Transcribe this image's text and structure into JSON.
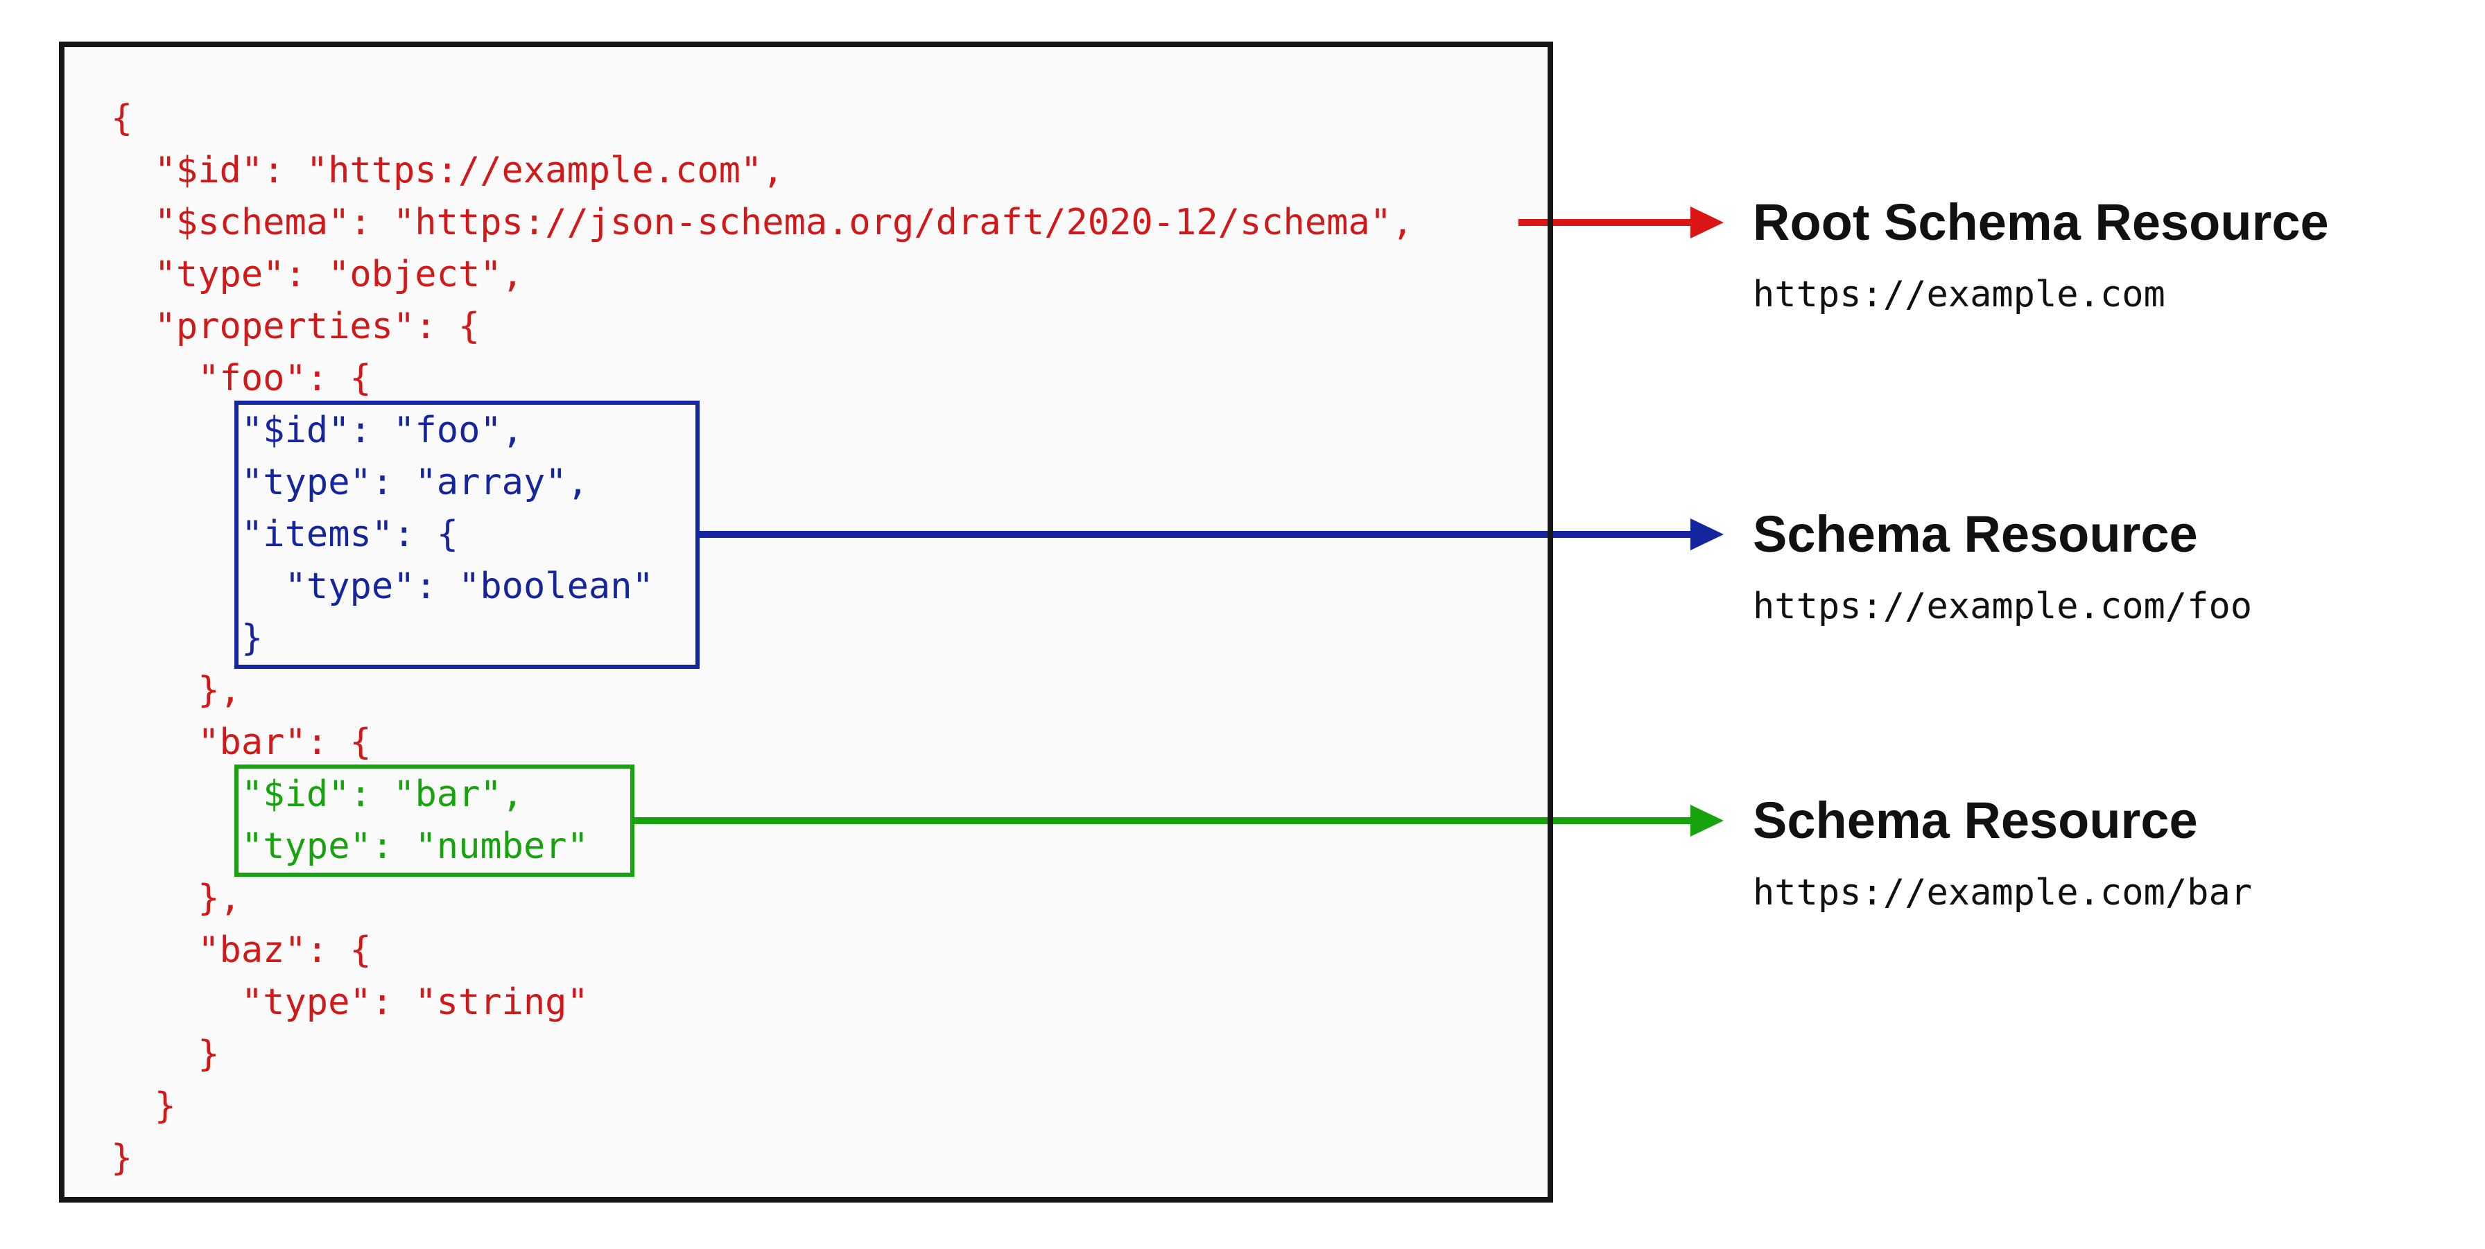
{
  "diagram": {
    "description": "JSON Schema bundling diagram: root schema with embedded schema resources",
    "code": {
      "top": "{\n  \"$id\": \"https://example.com\",\n  \"$schema\": \"https://json-schema.org/draft/2020-12/schema\",\n  \"type\": \"object\",\n  \"properties\": {\n    \"foo\": {",
      "foo_box": "\"$id\": \"foo\",\n\"type\": \"array\",\n\"items\": {\n  \"type\": \"boolean\"\n}",
      "mid": "    },\n    \"bar\": {",
      "bar_box": "\"$id\": \"bar\",\n\"type\": \"number\"",
      "bottom": "    },\n    \"baz\": {\n      \"type\": \"string\"\n    }\n  }\n}"
    },
    "annotations": [
      {
        "id": "root",
        "title": "Root Schema Resource",
        "uri": "https://example.com",
        "arrow_color": "#da1515"
      },
      {
        "id": "foo",
        "title": "Schema Resource",
        "uri": "https://example.com/foo",
        "arrow_color": "#14259e"
      },
      {
        "id": "bar",
        "title": "Schema Resource",
        "uri": "https://example.com/bar",
        "arrow_color": "#17a30d"
      }
    ],
    "colors": {
      "code_text": "#d21919",
      "foo_box": "#14259e",
      "bar_box": "#17a30d",
      "panel_border": "#161616",
      "panel_background": "#fafafa",
      "page_background": "#ffffff",
      "label_text": "#111111"
    }
  }
}
